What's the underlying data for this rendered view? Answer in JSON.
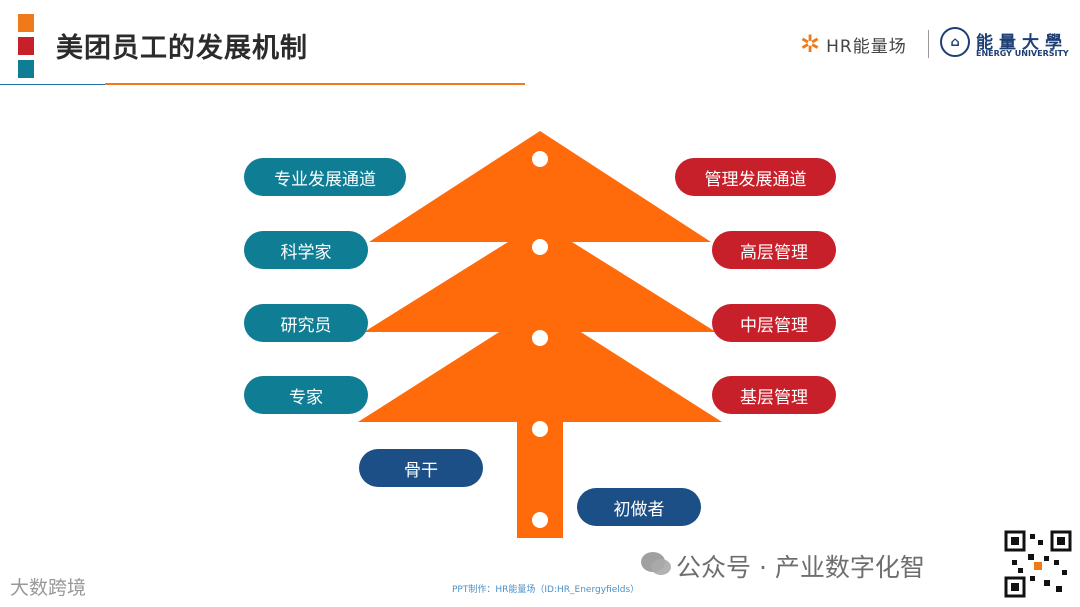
{
  "slide": {
    "title": "美团员工的发展机制",
    "accent_colors": [
      "#f07a1a",
      "#c8202b",
      "#0f7d94"
    ]
  },
  "logos": {
    "hr_logo_text": "HR能量场",
    "university_name": "能量大學",
    "university_en": "ENERGY UNIVERSITY"
  },
  "diagram": {
    "tree_color": "#ff6a0a",
    "left_channel": {
      "header": "专业发展通道",
      "levels": [
        "科学家",
        "研究员",
        "专家"
      ]
    },
    "right_channel": {
      "header": "管理发展通道",
      "levels": [
        "高层管理",
        "中层管理",
        "基层管理"
      ]
    },
    "trunk_levels": [
      "骨干",
      "初做者"
    ]
  },
  "footer": {
    "credit": "PPT制作：HR能量场（ID:HR_Energyfields）",
    "wechat": "公众号 · 产业数字化智",
    "bottom_left": "大数跨境"
  }
}
